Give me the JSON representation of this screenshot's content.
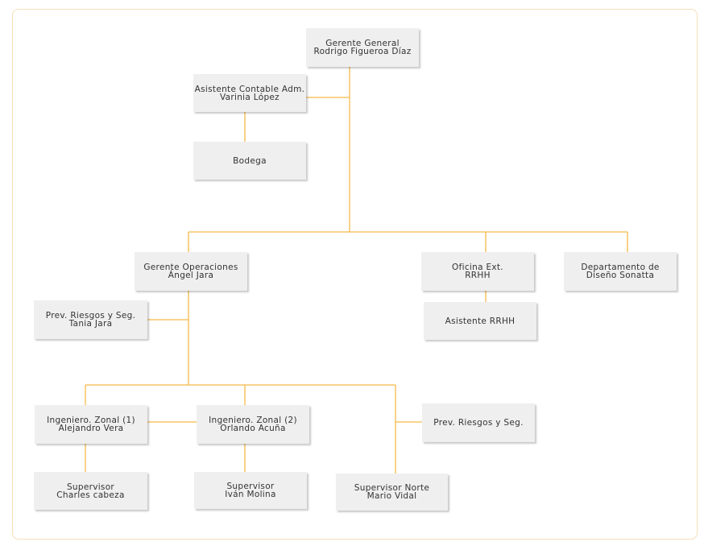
{
  "org_chart": {
    "nodes": [
      {
        "id": "gerente-general",
        "title": "Gerente General",
        "name": "Rodrigo Figueroa Díaz"
      },
      {
        "id": "asistente-contable",
        "title": "Asistente Contable Adm.",
        "name": "Varinia López"
      },
      {
        "id": "bodega",
        "title": "Bodega",
        "name": ""
      },
      {
        "id": "gerente-operaciones",
        "title": "Gerente Operaciones",
        "name": "Ángel Jara"
      },
      {
        "id": "oficina-ext",
        "title": "Oficina Ext.",
        "name": "RRHH"
      },
      {
        "id": "departamento-diseno",
        "title": "Departamento de",
        "name": "Diseño Sonatta"
      },
      {
        "id": "asistente-rrhh",
        "title": "Asistente RRHH",
        "name": ""
      },
      {
        "id": "prev-riesgos-1",
        "title": "Prev. Riesgos y Seg.",
        "name": "Tania Jara"
      },
      {
        "id": "ingeniero-zonal-1",
        "title": "Ingeniero. Zonal (1)",
        "name": "Alejandro Vera"
      },
      {
        "id": "ingeniero-zonal-2",
        "title": "Ingeniero. Zonal (2)",
        "name": "Orlando Acuña"
      },
      {
        "id": "prev-riesgos-2",
        "title": "Prev. Riesgos y Seg.",
        "name": ""
      },
      {
        "id": "supervisor-charles",
        "title": "Supervisor",
        "name": "Charles cabeza"
      },
      {
        "id": "supervisor-ivan",
        "title": "Supervisor",
        "name": "Iván Molina"
      },
      {
        "id": "supervisor-norte",
        "title": "Supervisor  Norte",
        "name": "Mario Vidal"
      }
    ],
    "line_color": "#f5b949",
    "box_color": "#efefef",
    "frame_color": "#f6dfb8"
  }
}
